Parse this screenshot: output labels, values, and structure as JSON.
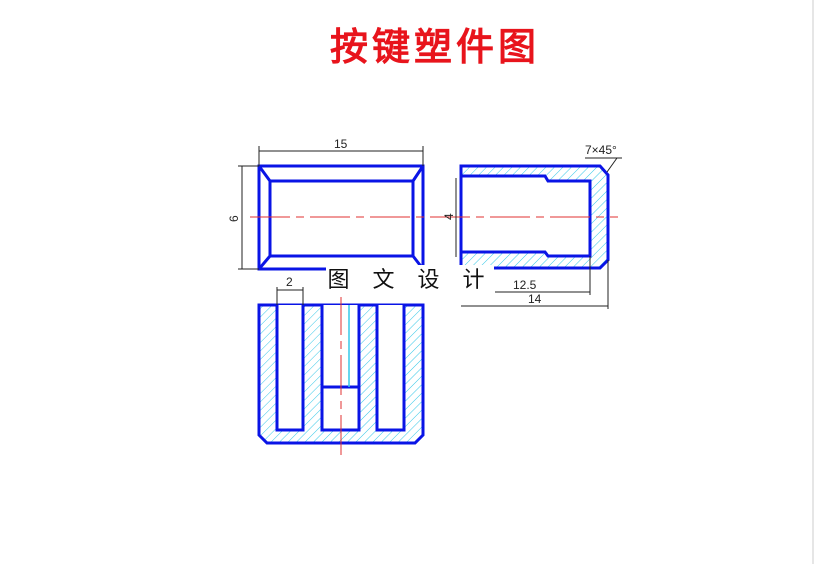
{
  "title": "按键塑件图",
  "watermark": "图 文 设 计",
  "dimensions": {
    "length": "15",
    "height": "6",
    "bore": "4",
    "chamfer": "7×45°",
    "depth": "12.5",
    "total": "14",
    "slot": "2"
  },
  "colors": {
    "outline": "#0a14e6",
    "hatch": "#35c8e8",
    "centerline": "#e03030",
    "title": "#e8141c"
  }
}
